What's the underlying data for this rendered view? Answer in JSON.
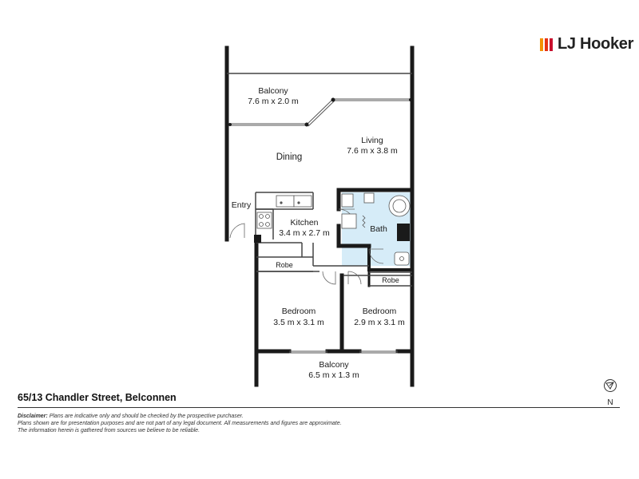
{
  "brand": {
    "name": "LJ Hooker",
    "bar_colors": [
      "#f39200",
      "#e63312",
      "#c8102e"
    ]
  },
  "rooms": {
    "balcony_top": {
      "name": "Balcony",
      "dims": "7.6 m x 2.0 m"
    },
    "living": {
      "name": "Living",
      "dims": "7.6 m x 3.8 m"
    },
    "dining": {
      "name": "Dining"
    },
    "entry": {
      "name": "Entry"
    },
    "kitchen": {
      "name": "Kitchen",
      "dims": "3.4 m x 2.7 m"
    },
    "bath": {
      "name": "Bath"
    },
    "robe_left": {
      "name": "Robe"
    },
    "robe_right": {
      "name": "Robe"
    },
    "bedroom_left": {
      "name": "Bedroom",
      "dims": "3.5 m x 3.1 m"
    },
    "bedroom_right": {
      "name": "Bedroom",
      "dims": "2.9 m x 3.1 m"
    },
    "balcony_bottom": {
      "name": "Balcony",
      "dims": "6.5 m x 1.3 m"
    }
  },
  "address": "65/13 Chandler Street, Belconnen",
  "disclaimer": {
    "label": "Disclaimer:",
    "line1": "Plans are indicative only and should be checked by the prospective purchaser.",
    "line2": "Plans shown are for presentation purposes and are not part of any legal document. All measurements and figures are approximate.",
    "line3": "The information herein is gathered from sources we believe to be reliable."
  },
  "compass": {
    "label": "N"
  },
  "colors": {
    "wall": "#1a1a1a",
    "bath_fill": "#d6ecf8",
    "thin_wall": "#555555"
  }
}
